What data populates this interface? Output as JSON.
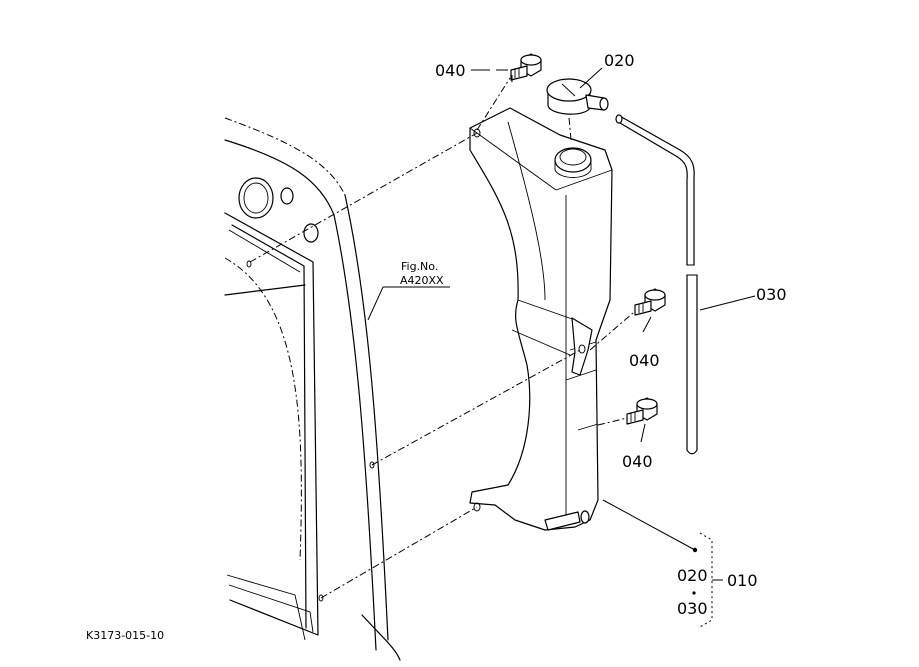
{
  "labels": {
    "bolt_top": "040",
    "cap": "020",
    "hose": "030",
    "bolt_mid": "040",
    "bolt_low": "040",
    "fig_line1": "Fig.No.",
    "fig_line2": "A420XX",
    "group_item_a": "020",
    "group_item_b": "030",
    "group_assembly": "010",
    "drawing_code": "K3173-015-10"
  }
}
